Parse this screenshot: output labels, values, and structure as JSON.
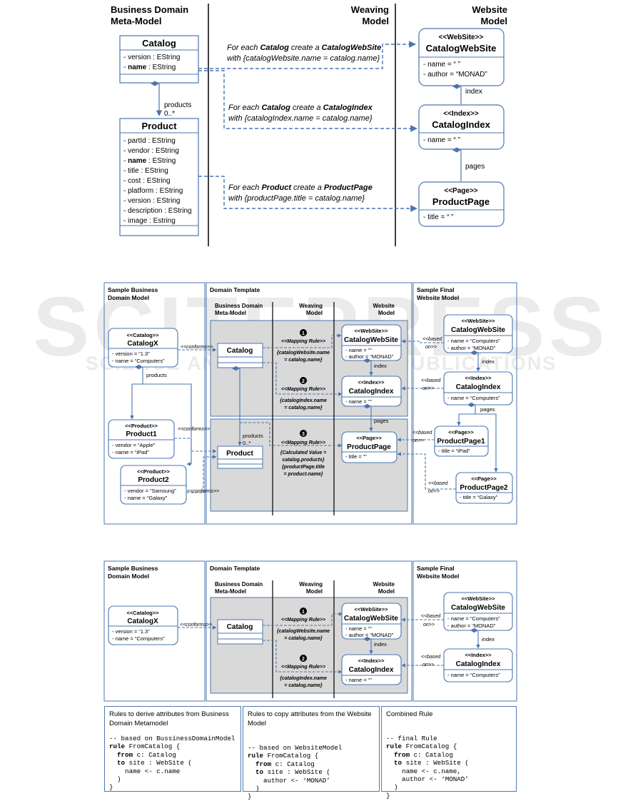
{
  "fig1": {
    "col_business": [
      "Business Domain",
      "Meta-Model"
    ],
    "col_weaving": [
      "Weaving",
      "Model"
    ],
    "col_website": [
      "Website",
      "Model"
    ],
    "catalog": {
      "name": "Catalog",
      "attrs": [
        [
          "- version : EString",
          false
        ],
        [
          "- ",
          "name",
          " : EString"
        ]
      ]
    },
    "products_label": "products",
    "products_mult": "0..*",
    "product": {
      "name": "Product",
      "attrs": [
        "- partId : EString",
        "- vendor : EString",
        "- name : EString",
        "- title : EString",
        "- cost : EString",
        "- platform : EString",
        "- version : EString",
        "- description : EString",
        "- image : Estring"
      ]
    },
    "rule1": {
      "p1": "For each ",
      "b1": "Catalog",
      "p2": " create a ",
      "b2": "CatalogWebSite",
      "l2": "with {catalogWebsite.name = catalog.name}"
    },
    "rule2": {
      "p1": "For each ",
      "b1": "Catalog",
      "p2": " create a ",
      "b2": "CatalogIndex",
      "l2": "with {catalogIndex.name = catalog.name}"
    },
    "rule3": {
      "p1": "For each ",
      "b1": "Product",
      "p2": " create a ",
      "b2": "ProductPage",
      "l2": "with {productPage.title = catalog.name}"
    },
    "website": {
      "stereo": "<<WebSite>>",
      "name": "CatalogWebSite",
      "a1": "- name = “ ”",
      "a2": "- author = “MONAD”"
    },
    "index_label": "index",
    "index": {
      "stereo": "<<Index>>",
      "name": "CatalogIndex",
      "a1": "- name = “ ”"
    },
    "pages_label": "pages",
    "page": {
      "stereo": "<<Page>>",
      "name": "ProductPage",
      "a1": "- title = “ ”"
    }
  },
  "common": {
    "sample_business": [
      "Sample Business",
      "Domain Model"
    ],
    "domain_template": "Domain Template",
    "sample_final": [
      "Sample Final",
      "Website Model"
    ],
    "dt_business": [
      "Business Domain",
      "Meta-Model"
    ],
    "dt_weaving": [
      "Weaving",
      "Model"
    ],
    "dt_website": [
      "Website",
      "Model"
    ],
    "conforms": "<<conforms>>",
    "based": "<<based",
    "on": "on>>",
    "mapping_rule": "<<Mapping Rule>>",
    "rule1_l1": "{catalogWebsite.name",
    "rule1_l2": "= catalog.name}",
    "rule2_l1": "{catalogIndex.name",
    "rule2_l2": "= catalog.name}",
    "rule3_l1": "{Calculated Value =",
    "rule3_l2": "catalog.products}",
    "rule3_l3": "{productPage.title",
    "rule3_l4": "= product.name}",
    "num1": "1",
    "num2": "2",
    "num3": "3",
    "catalog_stereo": "<<Catalog>>",
    "catalogx": "CatalogX",
    "catalogx_a1": "- version = “1.3”",
    "catalogx_a2": "- name = “Computers”",
    "products": "products",
    "mult": "0..*",
    "product_stereo": "<<Product>>",
    "product1": "Product1",
    "product1_a1": "- vendor = “Apple”",
    "product1_a2": "- name = “iPad”",
    "product2": "Product2",
    "product2_a1": "- vendor = “Samsung”",
    "product2_a2": "- name = “Galaxy”",
    "catalog": "Catalog",
    "product": "Product",
    "ws_stereo": "<<WebSite>>",
    "ws_name": "CatalogWebSite",
    "ws_a1": "- name = “”",
    "ws_a2": "- author = “MONAD”",
    "idx_stereo": "<<Index>>",
    "idx_name": "CatalogIndex",
    "idx_a1": "- name = “”",
    "index": "index",
    "pages": "pages",
    "page_stereo": "<<Page>>",
    "page_name": "ProductPage",
    "page_a1": "- title = “”",
    "f_ws_a1": "- name = “Computers”",
    "f_ws_a2": "- author = “MONAD”",
    "f_idx_a1": "- name = “Computers”",
    "pp1": "ProductPage1",
    "pp1_a1": "- title = “iPad”",
    "pp2": "ProductPage2",
    "pp2_a1": "- title = “Galaxy”"
  },
  "watermark": {
    "line1": "SCITEPRESS",
    "line2": "SCIENCE AND TECHNOLOGY PUBLICATIONS"
  },
  "rules": {
    "box1_title": "Rules to derive attributes from Business Domain Metamodel",
    "box1_code": [
      "-- based on BussinessDomainModel",
      "rule FromCatalog {",
      "  from c: Catalog",
      "  to site : WebSite (",
      "    name <- c.name",
      "  )",
      "}"
    ],
    "box2_title": "Rules to copy attributes from the Website Model",
    "box2_code": [
      "-- based on WebsiteModel",
      "rule FromCatalog {",
      "  from c: Catalog",
      "  to site : WebSite (",
      "    author <- ‘MONAD’",
      "  )",
      "}"
    ],
    "box3_title": "Combined Rule",
    "box3_code": [
      "-- final Rule",
      "rule FromCatalog {",
      "  from c: Catalog",
      "  to site : WebSite (",
      "    name <- c.name,",
      "    author <- ‘MONAD’",
      "  )",
      "}"
    ]
  }
}
